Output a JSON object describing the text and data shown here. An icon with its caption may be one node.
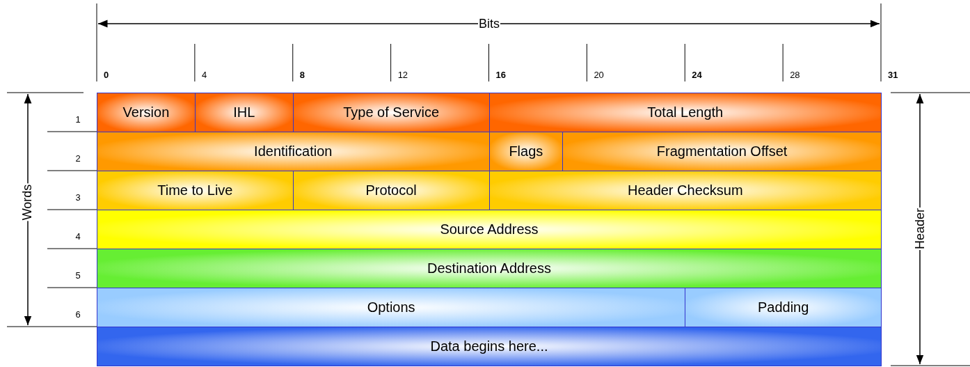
{
  "diagram": {
    "nodes": [
      {
        "text": [
          "Version"
        ]
      },
      {
        "text": [
          "IHL"
        ]
      },
      {
        "text": [
          "Type of Service"
        ]
      },
      {
        "text": [
          "Total Length"
        ]
      },
      {
        "text": [
          "Identification"
        ]
      },
      {
        "text": [
          "Flags"
        ]
      },
      {
        "text": [
          "Fragmentation Offset"
        ]
      },
      {
        "text": [
          "Time to Live"
        ]
      },
      {
        "text": [
          "Protocol"
        ]
      },
      {
        "text": [
          "Header Checksum"
        ]
      },
      {
        "text": [
          "Source Address"
        ]
      },
      {
        "text": [
          "Destination Address"
        ]
      },
      {
        "text": [
          "Options"
        ]
      },
      {
        "text": [
          "Padding"
        ]
      },
      {
        "text": [
          "Data begins here..."
        ]
      }
    ],
    "labels": [
      "Bits",
      "0",
      "4",
      "8",
      "12",
      "16",
      "20",
      "24",
      "28",
      "31",
      "1",
      "2",
      "3",
      "4",
      "5",
      "6",
      "Words",
      "Header"
    ]
  }
}
